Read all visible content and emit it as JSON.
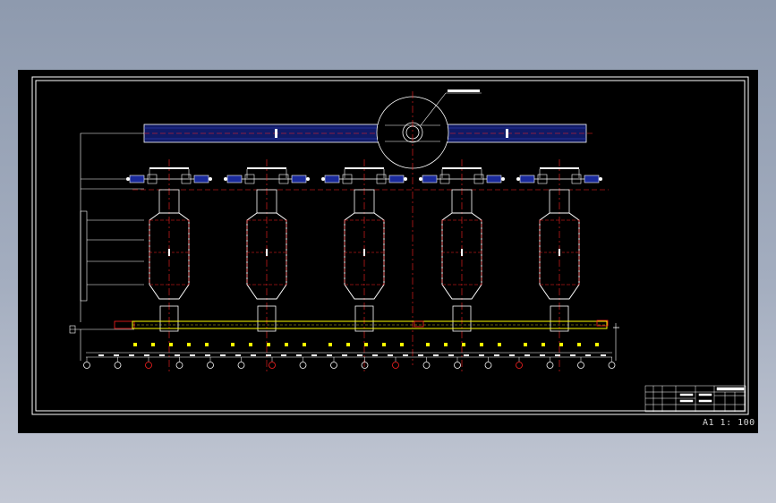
{
  "sheet": {
    "scale_label": "A1 1: 100",
    "background": "#000000",
    "colors": {
      "frame": "#ffffff",
      "axis": "#ff2020",
      "pipe": "#1a2a9a",
      "duct": "#ffff00",
      "equipment": "#ffffff",
      "grid_bubble": "#ffffff"
    }
  },
  "drawing": {
    "vessel_count": 5,
    "grid_bubble_count": 18,
    "elements": [
      "drawing-frame",
      "main-pipe",
      "fan-wheel",
      "valve-manifold",
      "vessel",
      "support-leg",
      "yellow-duct",
      "grid-axis-bubble",
      "title-block"
    ]
  }
}
